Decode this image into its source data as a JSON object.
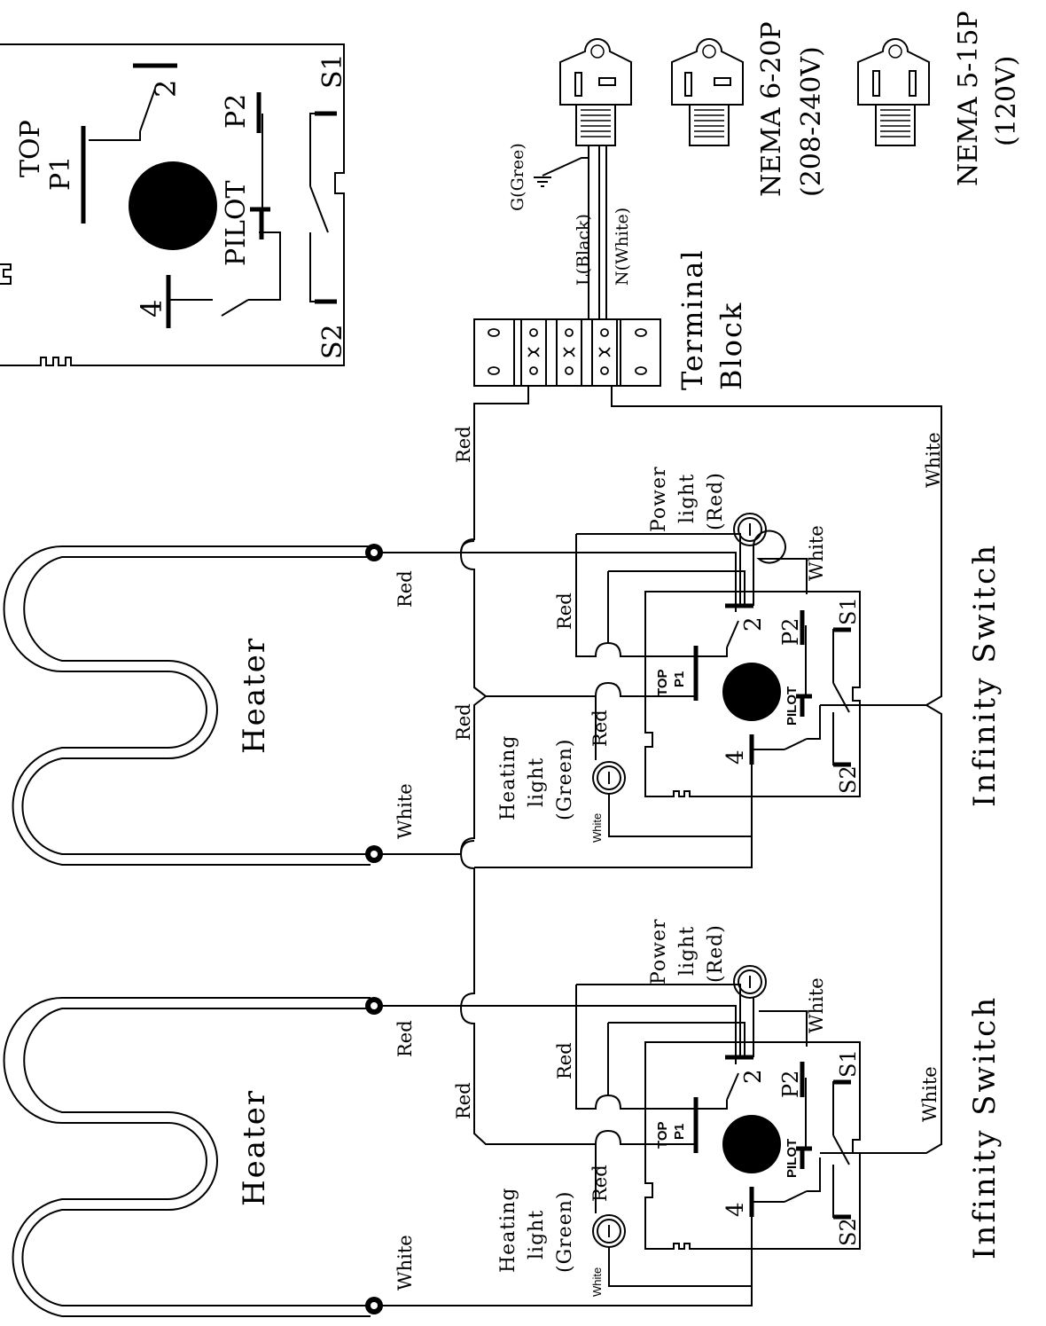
{
  "top_switch": {
    "top": "TOP",
    "p1": "P1",
    "p2": "P2",
    "pilot": "PILOT",
    "t2": "2",
    "t4": "4",
    "s1": "S1",
    "s2": "S2"
  },
  "plugs": {
    "nema620_name": "NEMA 6-20P",
    "nema620_volt": "(208-240V)",
    "nema515_name": "NEMA 5-15P",
    "nema515_volt": "(120V)"
  },
  "cord": {
    "ground": "G(Gree)",
    "line": "L(Black)",
    "neutral": "N(White)"
  },
  "terminal_block": {
    "line1": "Terminal",
    "line2": "Block"
  },
  "wires": {
    "red": "Red",
    "white": "White"
  },
  "lights": {
    "power_1": "Power",
    "power_2": "light",
    "power_3": "(Red)",
    "heating_1": "Heating",
    "heating_2": "light",
    "heating_3": "(Green)"
  },
  "heater_label": "Heater",
  "infinity_switch_label": "Infinity Switch"
}
